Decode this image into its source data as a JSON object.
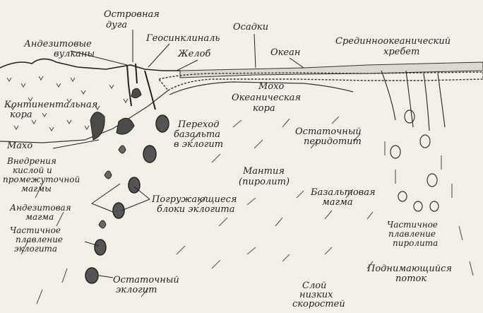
{
  "labels": {
    "island_arc": [
      "Островная",
      "дуга"
    ],
    "andesite_volcanoes": [
      "Андезитовые",
      "вулканы"
    ],
    "geosyncline": "Геосинклиналь",
    "trench": "Желоб",
    "sediments": "Осадки",
    "ocean": "Океан",
    "mid_ocean_ridge": [
      "Срединноокеанический",
      "хребет"
    ],
    "continental_crust": [
      "Континенталь­ная",
      "кора"
    ],
    "moho_left": "Махо",
    "moho_ocean": "Мохо",
    "oceanic_crust": [
      "Океаническая",
      "кора"
    ],
    "basalt_eclogite": [
      "Переход",
      "базальта",
      "в эклогит"
    ],
    "residual_peridotite": [
      "Остаточный",
      "перидотит"
    ],
    "intrusions": [
      "Внедрения",
      "кислой и",
      "промежуточной",
      "магмы"
    ],
    "mantle": [
      "Мантия",
      "(пиролит)"
    ],
    "basaltic_magma": [
      "Базальтовая",
      "магма"
    ],
    "andesitic_magma": [
      "Андезитовая",
      "магма"
    ],
    "sinking_blocks": [
      "Погружающиеся",
      "блоки эклогита"
    ],
    "partial_melting_eclogite": [
      "Частичное",
      "плавление",
      "эклогита"
    ],
    "partial_melting_pyrolite": [
      "Частичное",
      "плавление",
      "пиролита"
    ],
    "rising_flow": [
      "Поднимающийся",
      "поток"
    ],
    "residual_eclogite": [
      "Остаточный",
      "эклогит"
    ],
    "low_velocity_layer": [
      "Слой",
      "низких",
      "скоростей"
    ]
  }
}
